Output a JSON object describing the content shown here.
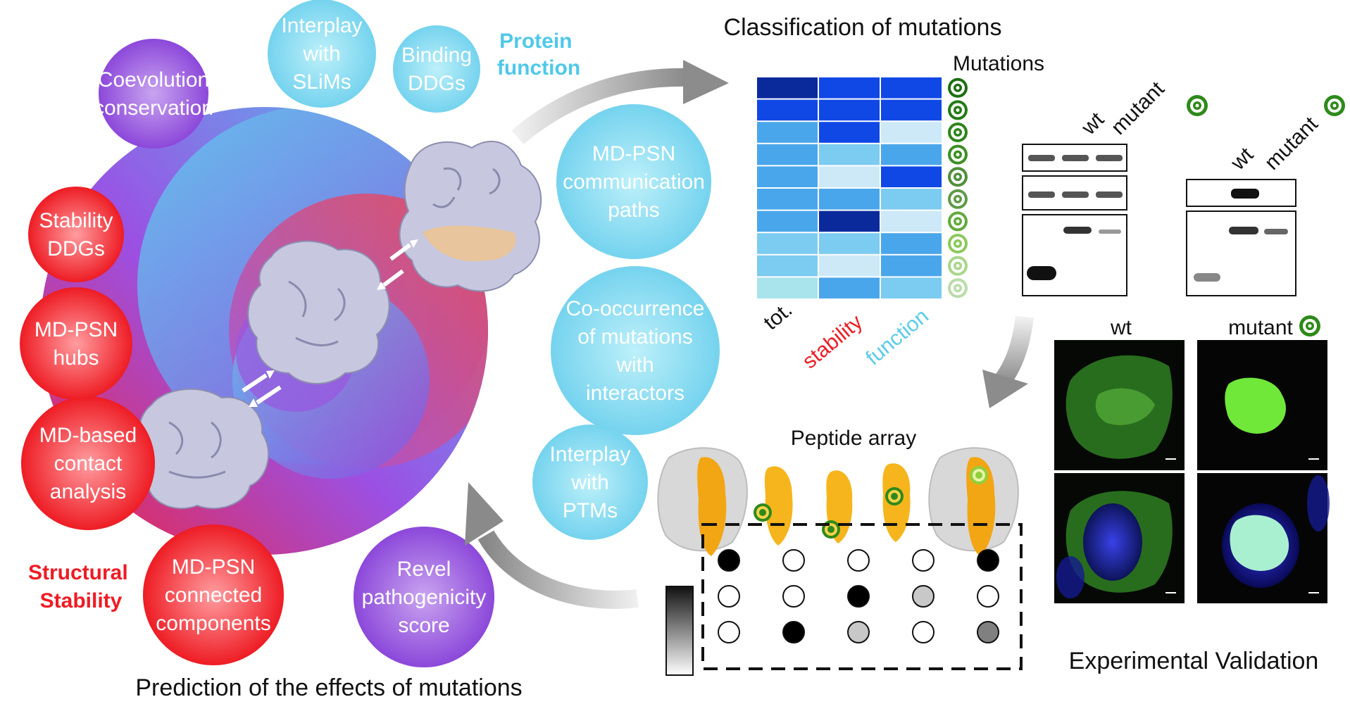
{
  "diagram": {
    "left_bubbles": [
      {
        "id": "coevolution",
        "lines": [
          "Coevolution",
          "conservation"
        ],
        "color": "purple"
      },
      {
        "id": "interplay-slims",
        "lines": [
          "Interplay",
          "with",
          "SLiMs"
        ],
        "color": "cyan"
      },
      {
        "id": "binding-ddgs",
        "lines": [
          "Binding",
          "DDGs"
        ],
        "color": "cyan"
      },
      {
        "id": "md-psn-communication",
        "lines": [
          "MD-PSN",
          "communication",
          "paths"
        ],
        "color": "cyan"
      },
      {
        "id": "co-occurrence",
        "lines": [
          "Co-occurrence",
          "of mutations",
          "with",
          "interactors"
        ],
        "color": "cyan"
      },
      {
        "id": "interplay-ptms",
        "lines": [
          "Interplay",
          "with",
          "PTMs"
        ],
        "color": "cyan"
      },
      {
        "id": "revel",
        "lines": [
          "Revel",
          "pathogenicity",
          "score"
        ],
        "color": "purple"
      },
      {
        "id": "md-psn-components",
        "lines": [
          "MD-PSN",
          "connected",
          "components"
        ],
        "color": "red"
      },
      {
        "id": "md-contact",
        "lines": [
          "MD-based",
          "contact",
          "analysis"
        ],
        "color": "red"
      },
      {
        "id": "md-psn-hubs",
        "lines": [
          "MD-PSN",
          "hubs"
        ],
        "color": "red"
      },
      {
        "id": "stability-ddgs",
        "lines": [
          "Stability",
          "DDGs"
        ],
        "color": "red"
      }
    ],
    "protein_function_label": [
      "Protein",
      "function"
    ],
    "structural_stability_label": [
      "Structural",
      "Stability"
    ],
    "prediction_caption": "Prediction of the effects of mutations",
    "classification_title": "Classification of mutations",
    "mutations_label": "Mutations",
    "heatmap_columns": [
      "tot.",
      "stability",
      "function"
    ],
    "heatmap_rows": [
      [
        "#0a2a9c",
        "#1048e6",
        "#1048e6"
      ],
      [
        "#1048e6",
        "#1048e6",
        "#1048e6"
      ],
      [
        "#4aa6ea",
        "#1048e6",
        "#cde9f8"
      ],
      [
        "#4aa6ea",
        "#7ccbf0",
        "#4aa6ea"
      ],
      [
        "#4aa6ea",
        "#cde9f8",
        "#1048e6"
      ],
      [
        "#4aa6ea",
        "#4aa6ea",
        "#7ccbf0"
      ],
      [
        "#4aa6ea",
        "#0a2a9c",
        "#cde9f8"
      ],
      [
        "#7ccbf0",
        "#7ccbf0",
        "#4aa6ea"
      ],
      [
        "#7ccbf0",
        "#cde9f8",
        "#4aa6ea"
      ],
      [
        "#a9e3ec",
        "#4aa6ea",
        "#7ccbf0"
      ]
    ],
    "peptide_array_label": "Peptide array",
    "peptide_dots": [
      [
        "#000000",
        "#ffffff",
        "#ffffff",
        "#ffffff",
        "#000000"
      ],
      [
        "#ffffff",
        "#ffffff",
        "#000000",
        "#c8c8c8",
        "#ffffff"
      ],
      [
        "#ffffff",
        "#000000",
        "#c8c8c8",
        "#ffffff",
        "#808080"
      ]
    ],
    "blot_labels": {
      "wt": "wt",
      "mutant": "mutant"
    },
    "microscopy_labels": {
      "wt": "wt",
      "mutant": "mutant"
    },
    "experimental_caption": "Experimental Validation",
    "colors": {
      "purple": "#9a57e0",
      "cyan": "#7fd8f0",
      "red": "#f2202e",
      "protein_function": "#4fc8ea",
      "structural_stability": "#ee1c24",
      "stability_text": "#ee1c24",
      "function_text": "#5bcbeb"
    }
  }
}
